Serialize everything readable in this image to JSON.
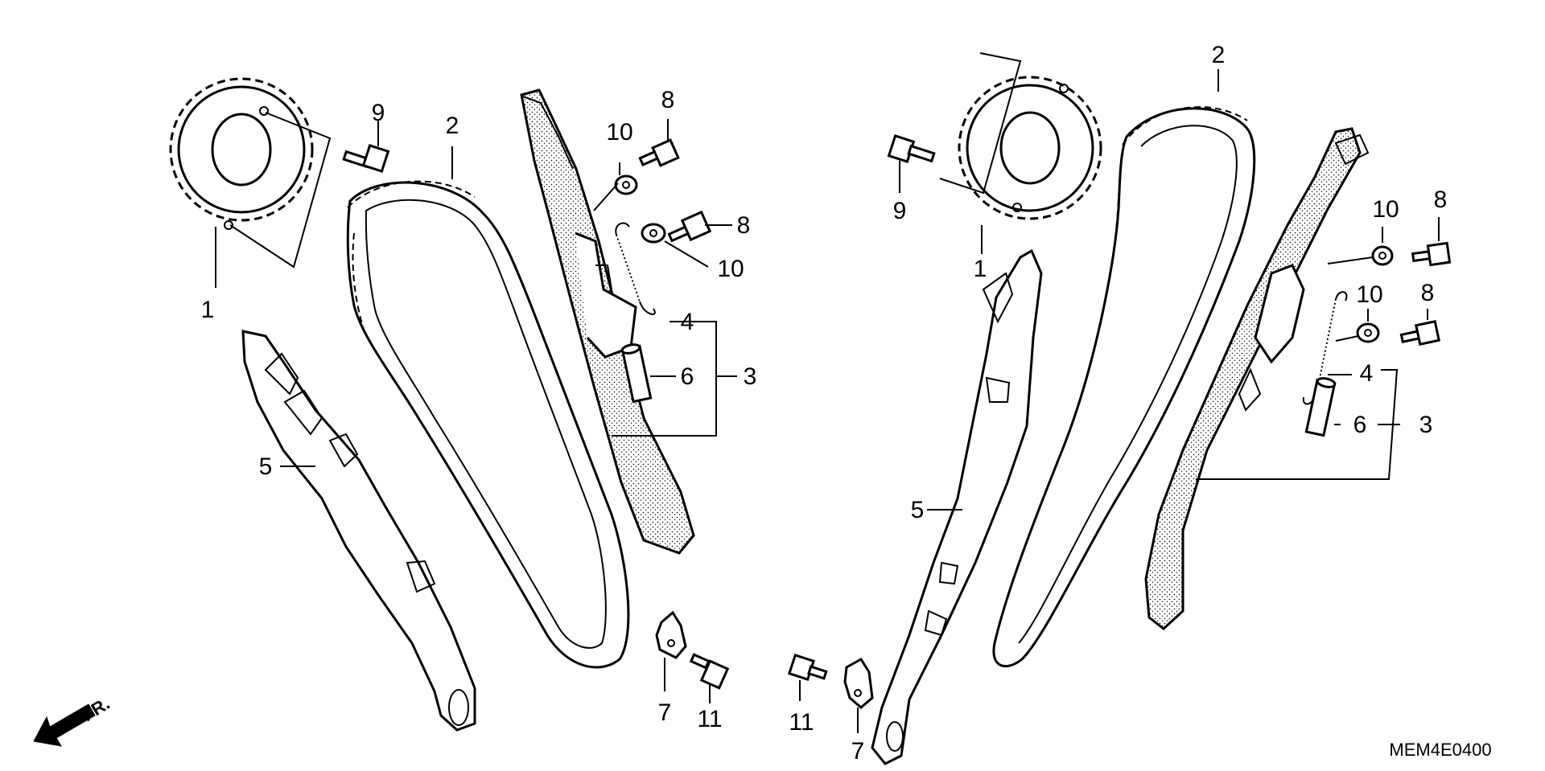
{
  "diagram": {
    "code": "MEM4E0400",
    "direction": {
      "text": "FR."
    },
    "labels": {
      "left": {
        "p1": "1",
        "p2": "2",
        "p3": "3",
        "p4": "4",
        "p5": "5",
        "p6": "6",
        "p7": "7",
        "p8a": "8",
        "p8b": "8",
        "p9": "9",
        "p10a": "10",
        "p10b": "10",
        "p11": "11"
      },
      "right": {
        "p1": "1",
        "p2": "2",
        "p3": "3",
        "p4": "4",
        "p5": "5",
        "p6": "6",
        "p7": "7",
        "p8a": "8",
        "p8b": "8",
        "p9": "9",
        "p10a": "10",
        "p10b": "10",
        "p11": "11"
      }
    }
  }
}
